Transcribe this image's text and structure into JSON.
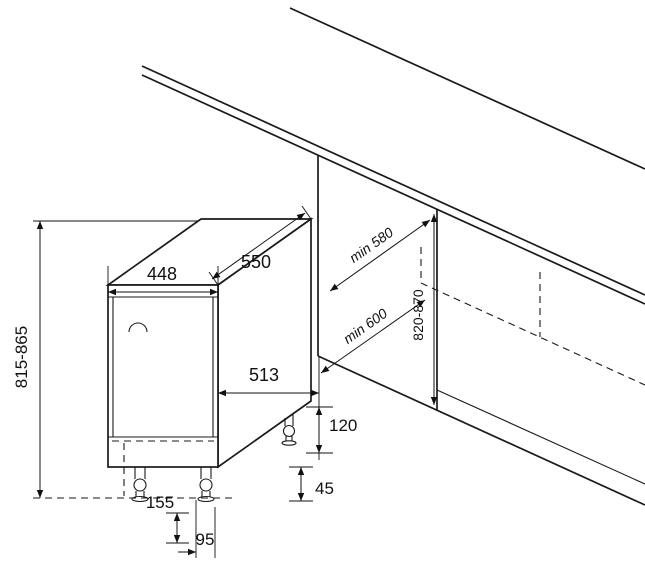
{
  "diagram": {
    "labels": {
      "front_width": "448",
      "top_depth": "550",
      "height_range": "815-865",
      "niche_depth_top": "min 580",
      "niche_height_range": "820-870",
      "niche_depth_floor": "min 600",
      "body_depth": "513",
      "base_height": "120",
      "foot_height": "45",
      "plinth_recess_max": "155",
      "plinth_recess_min": "95"
    }
  }
}
